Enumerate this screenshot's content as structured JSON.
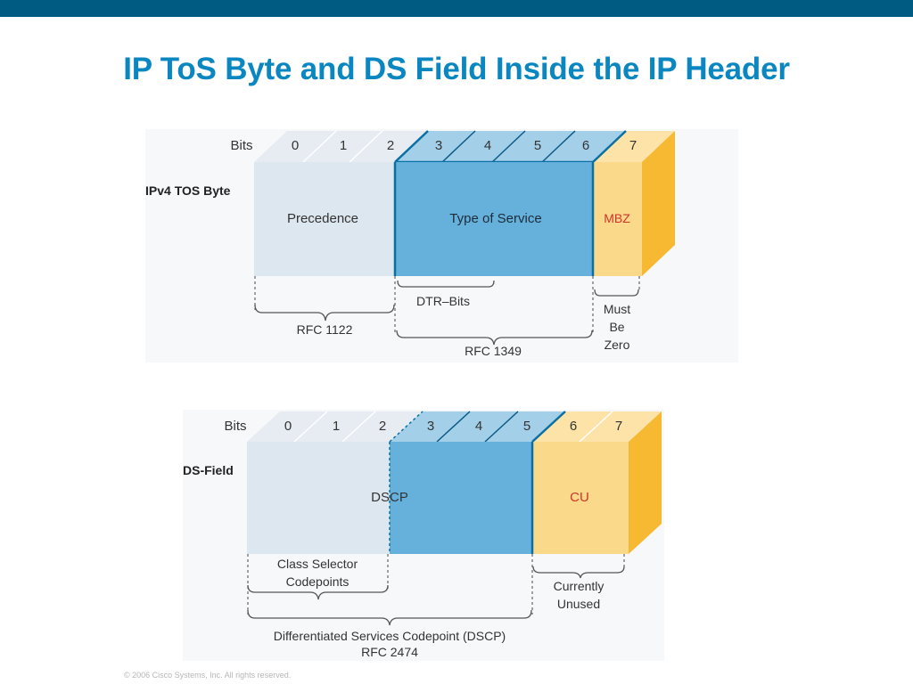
{
  "slide": {
    "title": "IP ToS Byte and DS Field Inside the IP Header",
    "footer": "© 2006 Cisco Systems, Inc. All rights reserved."
  },
  "colors": {
    "top_bar": "#005b82",
    "title": "#0a86c0",
    "precedence_fill": "#dde7ef",
    "tos_fill": "#66b1dc",
    "tos_top": "#a3cfe9",
    "mbz_fill": "#fbd98a",
    "mbz_side": "#f7b932",
    "red_text": "#d0342b"
  },
  "tos_diagram": {
    "bits_label": "Bits",
    "bits": [
      "0",
      "1",
      "2",
      "3",
      "4",
      "5",
      "6",
      "7"
    ],
    "row_label": "IPv4 TOS Byte",
    "precedence": "Precedence",
    "type_of_service": "Type of Service",
    "mbz": "MBZ",
    "dtr_bits": "DTR–Bits",
    "rfc_1122": "RFC 1122",
    "rfc_1349": "RFC 1349",
    "must_be_zero": [
      "Must",
      "Be",
      "Zero"
    ]
  },
  "ds_diagram": {
    "bits_label": "Bits",
    "bits": [
      "0",
      "1",
      "2",
      "3",
      "4",
      "5",
      "6",
      "7"
    ],
    "row_label": "DS-Field",
    "dscp": "DSCP",
    "cu": "CU",
    "class_selector": [
      "Class Selector",
      "Codepoints"
    ],
    "currently_unused": [
      "Currently",
      "Unused"
    ],
    "dscp_full": "Differentiated Services Codepoint (DSCP)",
    "rfc_2474": "RFC 2474"
  }
}
